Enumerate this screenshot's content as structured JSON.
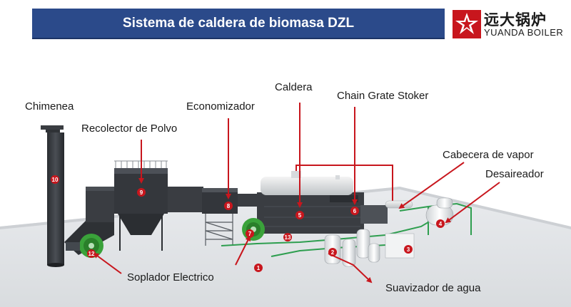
{
  "header": {
    "title": "Sistema de caldera de biomasa DZL"
  },
  "brand": {
    "chinese_name": "远大锅炉",
    "english_name": "YUANDA BOILER",
    "logo_color": "#c8161d"
  },
  "colors": {
    "title_bar": "#2b4a8a",
    "arrow": "#c8161d",
    "pipe_green": "#2e9e4f"
  },
  "labels": {
    "chimney": "Chimenea",
    "dust_collector": "Recolector de Polvo",
    "economizer": "Economizador",
    "boiler": "Caldera",
    "stoker": "Chain Grate Stoker",
    "steam_header": "Cabecera de vapor",
    "deaerator": "Desaireador",
    "blower": "Soplador Electrico",
    "water_softener": "Suavizador de agua"
  },
  "markers": {
    "chimney": "10",
    "dust_collector": "9",
    "economizer": "8",
    "boiler": "5",
    "stoker": "6",
    "blower_left": "12",
    "blower_right": "7",
    "pump": "13",
    "water_inlet": "1",
    "softener": "2",
    "tank": "3",
    "deaerator": "4"
  }
}
